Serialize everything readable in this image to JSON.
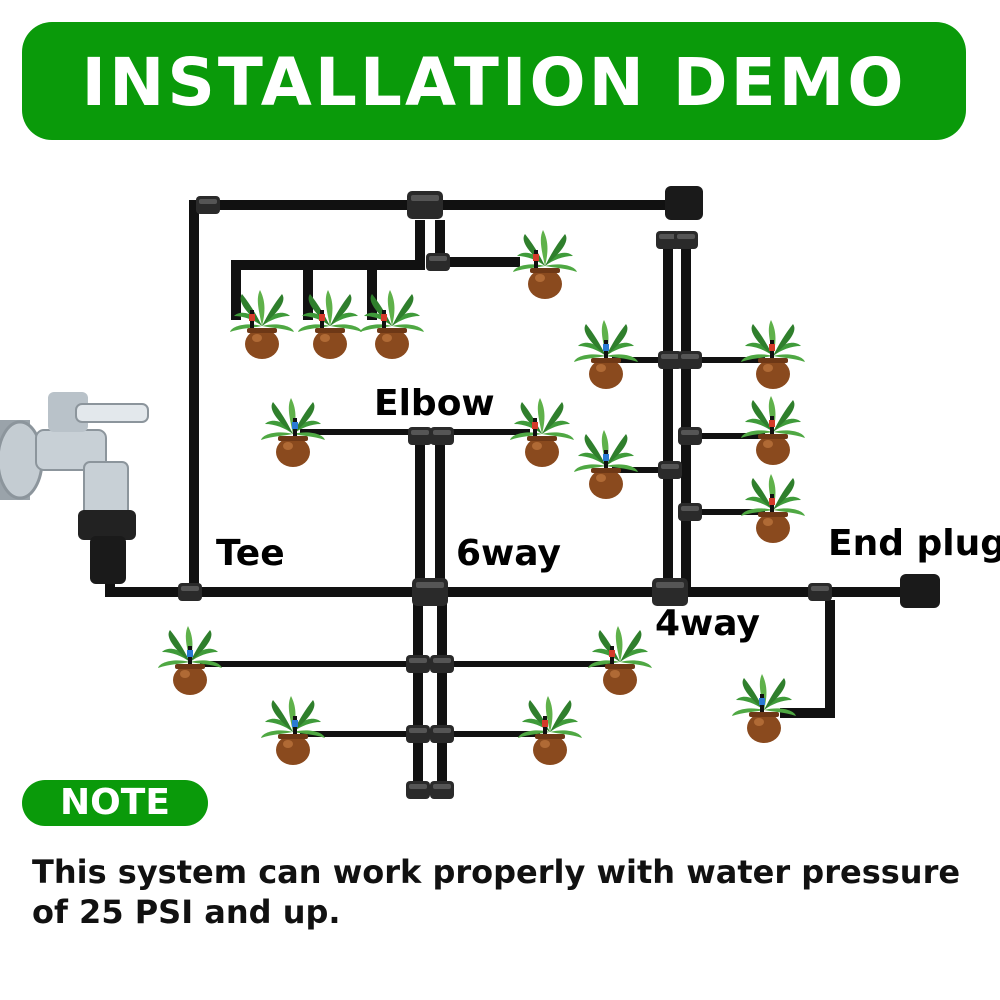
{
  "header": {
    "title": "INSTALLATION DEMO"
  },
  "labels": {
    "elbow": "Elbow",
    "tee": "Tee",
    "six_way": "6way",
    "four_way": "4way",
    "end_plug": "End plug"
  },
  "note": {
    "badge": "NOTE",
    "text": "This system can work properly with water pressure of 25 PSI and up."
  },
  "colors": {
    "banner_green": "#0a9a0a",
    "pipe": "#111111",
    "pot": "#8a4a1e",
    "leaf": "#3f9b3a"
  }
}
